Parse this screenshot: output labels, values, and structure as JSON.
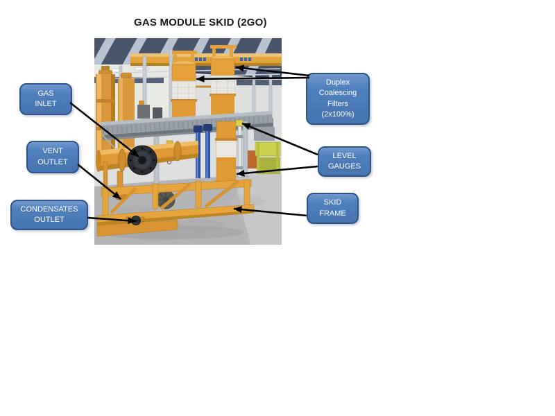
{
  "title": "GAS MODULE SKID (2GO)",
  "callouts": {
    "gas_inlet": {
      "label": "GAS INLET"
    },
    "vent_outlet": {
      "label": "VENT OUTLET"
    },
    "condensates_outlet": {
      "label": "CONDENSATES OUTLET"
    },
    "duplex_filters": {
      "label": "Duplex Coalescing Filters (2x100%)"
    },
    "level_gauges": {
      "label": "LEVEL GAUGES"
    },
    "skid_frame": {
      "label": "SKID FRAME"
    }
  },
  "colors": {
    "callout_fill": "#4f81bd",
    "callout_border": "#2f538c",
    "callout_text": "#ffffff",
    "arrow": "#000000",
    "title_text": "#1a1a1a",
    "vessel_orange": "#e2a13c",
    "pipe_blue": "#2e4f9e",
    "platform_grey": "#9aa0a8",
    "roof_blue_grey": "#49556d",
    "floor_grey": "#b5b5b7"
  }
}
